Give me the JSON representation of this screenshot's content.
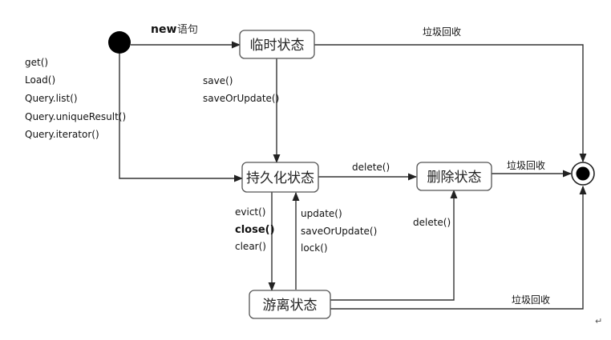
{
  "states": {
    "transient": "临时状态",
    "persistent": "持久化状态",
    "removed": "删除状态",
    "detached": "游离状态"
  },
  "edges": {
    "new_keyword": "new",
    "new_suffix": "语句",
    "gc_transient": "垃圾回收",
    "gc_removed": "垃圾回收",
    "gc_detached": "垃圾回收",
    "save": "save()",
    "save_or_update": "saveOrUpdate()",
    "delete_from_persistent": "delete()",
    "delete_from_detached": "delete()",
    "evict": "evict()",
    "close": "close()",
    "clear": "clear()",
    "update": "update()",
    "save_or_update_detached": "saveOrUpdate()",
    "lock": "lock()"
  },
  "query_methods": [
    "get()",
    "Load()",
    "Query.list()",
    "Query.uniqueResult()",
    "Query.iterator()"
  ],
  "trailing_mark": "↵"
}
